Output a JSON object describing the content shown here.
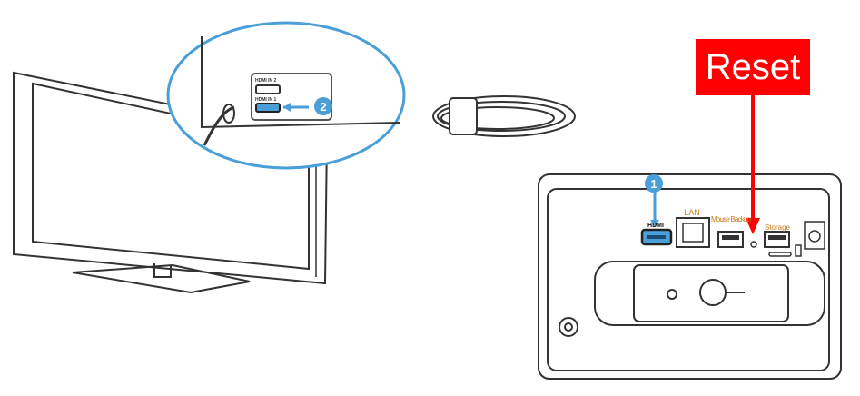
{
  "reset_label": "Reset",
  "tv_panel": {
    "hdmi_in_2": "HDMI IN 2",
    "hdmi_in_1": "HDMI IN 1",
    "step": "2"
  },
  "device": {
    "step": "1",
    "hdmi": "HDMI",
    "lan": "LAN",
    "mouse_backup": "Mouse Backup",
    "storage": "Storage"
  },
  "colors": {
    "accent_blue": "#4a9fd8",
    "reset_red": "#ff0000",
    "port_label": "#c77a1e"
  }
}
